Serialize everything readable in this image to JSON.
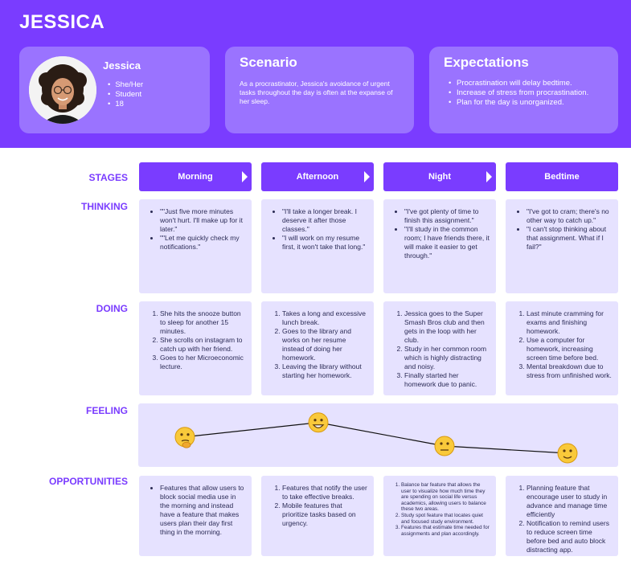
{
  "header": {
    "title": "JESSICA"
  },
  "persona": {
    "name": "Jessica",
    "details": [
      "She/Her",
      "Student",
      "18"
    ]
  },
  "scenario": {
    "title": "Scenario",
    "text": "As a procrastinator, Jessica's avoidance of urgent tasks throughout the day is often at the expanse of her sleep."
  },
  "expectations": {
    "title": "Expectations",
    "items": [
      "Procrastination will delay bedtime.",
      "Increase of stress from procrastination.",
      "Plan for the day is unorganized."
    ]
  },
  "row_labels": {
    "stages": "STAGES",
    "thinking": "THINKING",
    "doing": "DOING",
    "feeling": "FEELING",
    "opportunities": "OPPORTUNITIES"
  },
  "stages": [
    "Morning",
    "Afternoon",
    "Night",
    "Bedtime"
  ],
  "thinking": [
    [
      "\"\"Just five more minutes won't hurt. I'll make up for it later.\"",
      "\"\"Let me quickly check my notifications.\""
    ],
    [
      "\"I'll take a longer break. I deserve it after those classes.\"",
      "\"I will work on my resume first, it won't take that long.\""
    ],
    [
      "\"I've got plenty of time to finish this assignment.\"",
      "\"I'll study in the common room; I have friends there, it will make it easier to get through.\""
    ],
    [
      "\"I've got to cram; there's no other way to catch up.\"",
      "\"I can't stop thinking about that assignment. What if I fail?\""
    ]
  ],
  "doing": [
    [
      "She hits the snooze button to sleep for another 15 minutes.",
      "She scrolls on instagram to catch up with her friend.",
      "Goes to her Microeconomic lecture."
    ],
    [
      "Takes a long and excessive lunch break.",
      "Goes to the library and works on her resume instead of doing her homework.",
      "Leaving the library without starting her homework."
    ],
    [
      "Jessica goes to the Super Smash Bros club and then gets in the loop with her club.",
      "Study in her common room which is highly distracting and noisy.",
      "Finally started her homework due to panic."
    ],
    [
      "Last minute cramming for exams and finishing homework.",
      "Use a computer for homework, increasing screen time before bed.",
      "Mental breakdown due to stress from unfinished work."
    ]
  ],
  "feeling": {
    "levels": [
      0.45,
      0.85,
      0.2,
      0.0
    ],
    "emotions": [
      "thinking-face",
      "grinning-face",
      "neutral-face",
      "relieved-face"
    ]
  },
  "opportunities": [
    [
      "Features that allow users to block social media use in the morning and instead have a feature that makes users plan their day first thing in the morning."
    ],
    [
      "Features that notify the user to take effective breaks.",
      "Mobile features that prioritize tasks based on urgency."
    ],
    [
      "Balance bar feature that allows the user to visualize how much time they are spending on social life versus academics, allowing users to balance these two areas.",
      "Study spot feature that locates quiet and focused study environment.",
      "Features that estimate time needed for assignments and plan accordingly."
    ],
    [
      "Planning feature that encourage user to study in advance and manage time efficiently",
      "Notification to remind users to reduce screen time before bed and auto block distracting app."
    ]
  ],
  "colors": {
    "accent": "#7a3cff",
    "card": "#9a73ff",
    "cell": "#e6e2ff",
    "text": "#2b2b55"
  }
}
